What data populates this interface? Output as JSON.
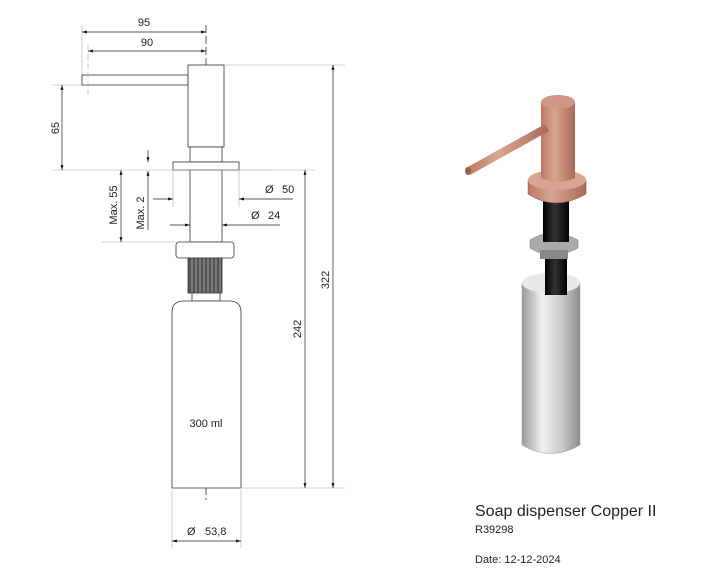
{
  "product": {
    "title": "Soap dispenser Copper II",
    "code": "R39298",
    "date": "Date: 12-12-2024"
  },
  "dimensions": {
    "spout_reach_outer": "95",
    "spout_reach_inner": "90",
    "spout_height": "65",
    "max_thickness": "Max. 55",
    "max_gap": "Max. 2",
    "flange_diameter": "50",
    "shank_diameter": "24",
    "height_below": "242",
    "total_height": "322",
    "bottle_volume": "300 ml",
    "bottle_diameter": "53,8",
    "diameter_symbol": "Ø"
  },
  "colors": {
    "copper": "#c98e78",
    "black": "#111111",
    "steel": "#b8b8b8"
  }
}
